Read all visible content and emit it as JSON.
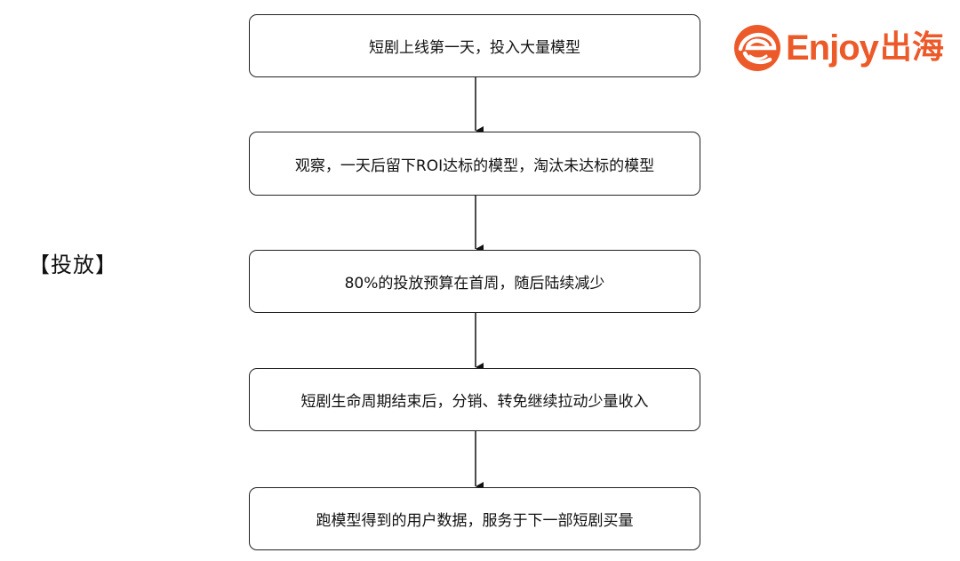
{
  "side_label": "【投放】",
  "steps": [
    "短剧上线第一天，投入大量模型",
    "观察，一天后留下ROI达标的模型，淘汰未达标的模型",
    "80%的投放预算在首周，随后陆续减少",
    "短剧生命周期结束后，分销、转免继续拉动少量收入",
    "跑模型得到的用户数据，服务于下一部短剧买量"
  ],
  "logo": {
    "word": "Enjoy",
    "cn": "出海",
    "color": "#ec5a2a"
  }
}
